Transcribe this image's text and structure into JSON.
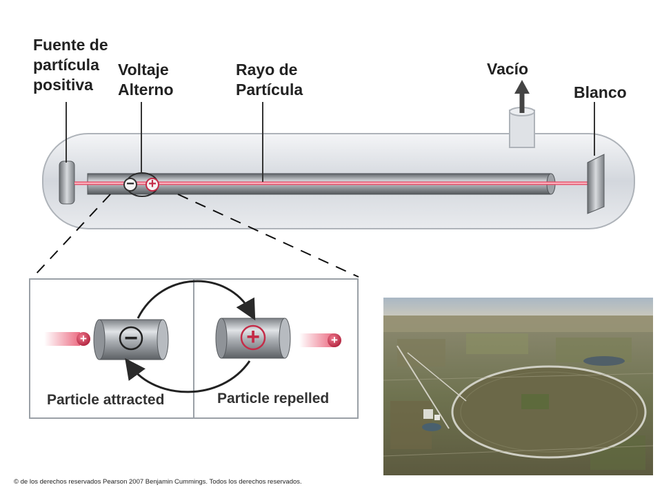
{
  "labels": {
    "source_line1": "Fuente de",
    "source_line2": "partícula",
    "source_line3": "positiva",
    "voltage_line1": "Voltaje",
    "voltage_line2": "Alterno",
    "beam_line1": "Rayo de",
    "beam_line2": "Partícula",
    "vacuum": "Vacío",
    "target": "Blanco"
  },
  "tube_charges": {
    "minus": "−",
    "plus": "+"
  },
  "panel": {
    "left_caption": "Particle attracted",
    "right_caption": "Particle repelled",
    "left_electrode_sign": "−",
    "right_electrode_sign": "+",
    "particle_sign": "+"
  },
  "copyright": "© de los derechos reservados Pearson 2007 Benjamin Cummings.  Todos los derechos reservados.",
  "colors": {
    "beam": "#e8546e",
    "particle": "#c42c48",
    "tube_glass": "#d9dde3",
    "electrode": "#8e9296"
  }
}
